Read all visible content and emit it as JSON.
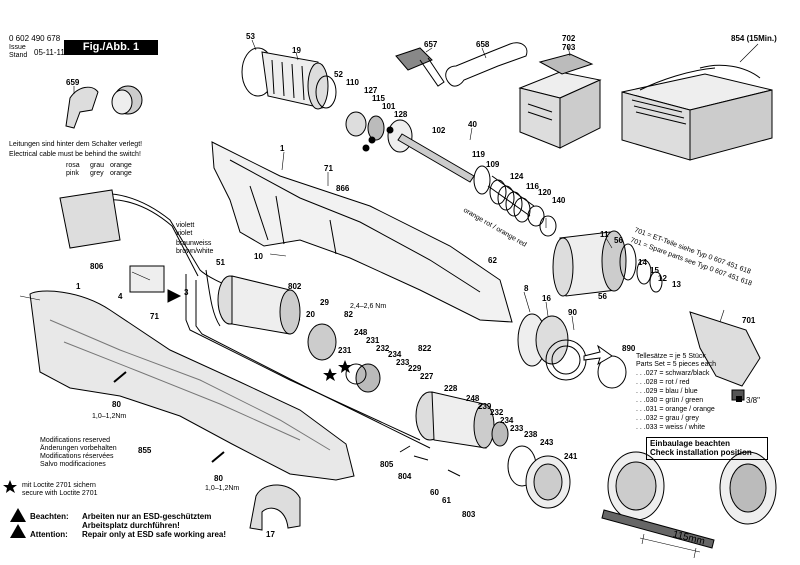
{
  "header": {
    "doc_number": "0 602 490 678",
    "issue_label": "Issue\nStand",
    "issue_date": "05-11-11",
    "figure_label": "Fig./Abb. 1"
  },
  "cable_note": {
    "de": "Leitungen sind hinter dem Schalter verlegt!",
    "en": "Electrical cable must be behind the switch!"
  },
  "wire_colors": {
    "rosa_pink": "rosa\npink",
    "grau_grey": "grau\ngrey",
    "orange": "orange\norange",
    "violett": "violett\nviolet",
    "braunweiss": "braunweiss\nbrown/white",
    "orange_red": "orange rot / orange red"
  },
  "torque": {
    "screw_80a": "1,0–1,2Nm",
    "screw_80b": "1,0–1,2Nm",
    "screw_82": "2,4–2,6 Nm"
  },
  "battery_label": "854 (15Min.)",
  "mods_reserved": [
    "Modifications reserved",
    "Änderungen vorbehalten",
    "Modifications réservées",
    "Salvo modificaciones"
  ],
  "loctite": "mit Loctite 2701 sichern\nsecure with Loctite 2701",
  "esd": {
    "de_a": "Beachten:",
    "de_b": "Arbeiten nur an ESD-geschütztem",
    "de_c": "Arbeitsplatz durchführen!",
    "en_a": "Attention:",
    "en_b": "Repair only at ESD safe working area!"
  },
  "et_note": {
    "l1": "701 = ET-Teile siehe  Typ  0 607 451 618",
    "l2": "701 = Spare parts see Typ 0 607 451 618"
  },
  "parts_set": {
    "title_de": "Tellesätze = je 5 Stück",
    "title_en": "Parts Set  = 5 pieces each",
    "items": [
      ". . .027 = schwarz/black",
      ". . .028 = rot / red",
      ". . .029 = blau / blue",
      ". . .030 = grün / green",
      ". . .031 = orange / orange",
      ". . .032 = grau / grey",
      ". . .033 = weiss / white"
    ]
  },
  "install_box": {
    "de": "Einbaulage beachten",
    "en": "Check installation position"
  },
  "dimension": "115mm",
  "size_3_8": "3/8\"",
  "part_numbers": {
    "p53": "53",
    "p19": "19",
    "p657": "657",
    "p658": "658",
    "p702": "702",
    "p703": "703",
    "p854": "854",
    "p659": "659",
    "p52": "52",
    "p110": "110",
    "p127": "127",
    "p115": "115",
    "p101": "101",
    "p128": "128",
    "p40": "40",
    "p102": "102",
    "p1a": "1",
    "p71a": "71",
    "p866": "866",
    "p119": "119",
    "p109": "109",
    "p124": "124",
    "p116": "116",
    "p120": "120",
    "p140": "140",
    "p10": "10",
    "p51": "51",
    "p802": "802",
    "p11": "11",
    "p56a": "56",
    "p701": "701",
    "p806": "806",
    "p62": "62",
    "p1b": "1",
    "p4": "4",
    "p3": "3",
    "p71b": "71",
    "p29": "29",
    "p82": "82",
    "p20": "20",
    "p8": "8",
    "p16": "16",
    "p90": "90",
    "p14": "14",
    "p15": "15",
    "p12": "12",
    "p13": "13",
    "p56b": "56",
    "p248a": "248",
    "p231a": "231",
    "p232a": "232",
    "p234a": "234",
    "p233a": "233",
    "p822": "822",
    "p229": "229",
    "p227": "227",
    "p228": "228",
    "p890": "890",
    "p80a": "80",
    "p248b": "248",
    "p239": "239",
    "p232b": "232",
    "p234b": "234",
    "p233b": "233",
    "p238": "238",
    "p243": "243",
    "p241": "241",
    "p855": "855",
    "p80b": "80",
    "p805": "805",
    "p804": "804",
    "p60": "60",
    "p61": "61",
    "p803": "803",
    "p17": "17",
    "p231b": "231"
  }
}
